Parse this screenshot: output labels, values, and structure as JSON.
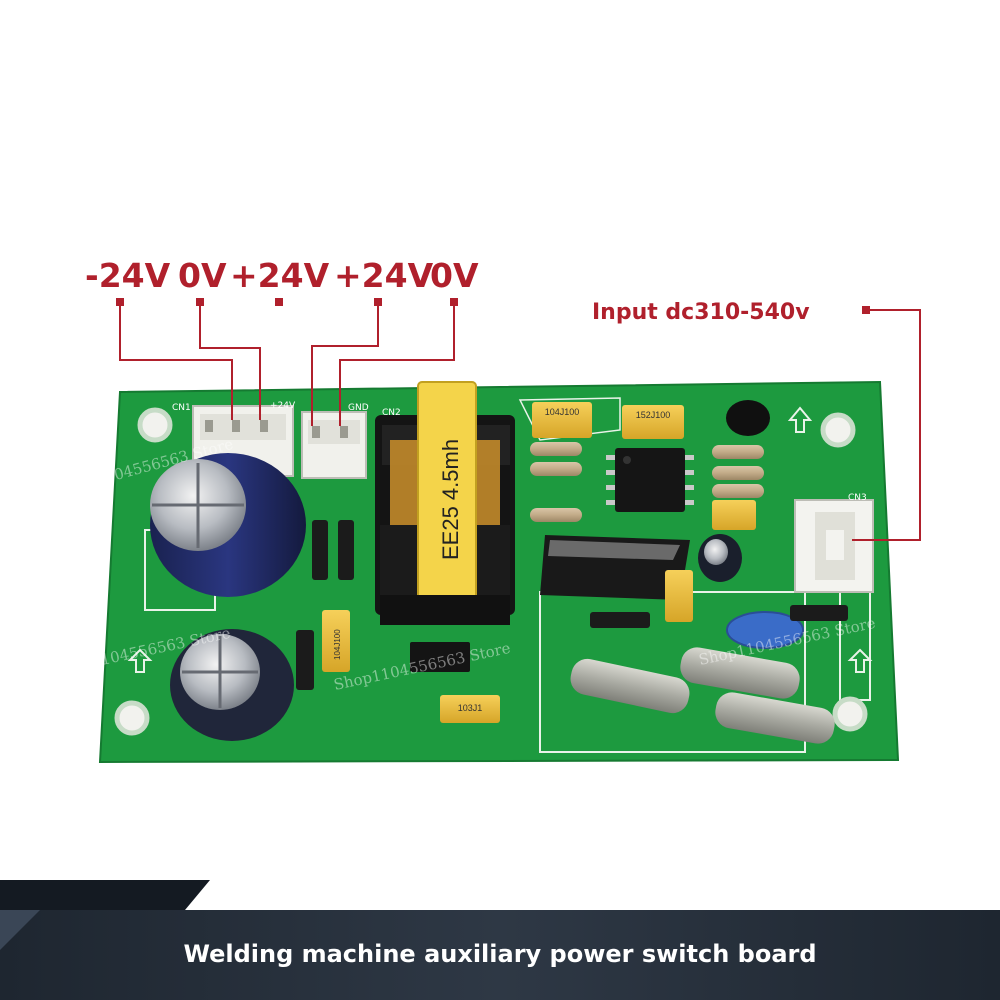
{
  "labels": {
    "neg24v": "-24V",
    "zero_v_1": "0V",
    "pos24v_1": "+24V",
    "pos24v_2": "+24V",
    "zero_v_2": "0V",
    "input": "Input dc310-540v"
  },
  "board_text": {
    "transformer": "EE25  4.5mh",
    "cap_104j100": "104J100",
    "cap_152j100": "152J100",
    "cap_104j100_b": "104J100",
    "cap_103j1": "103J1",
    "cn1": "CN1",
    "cn2": "CN2",
    "cn3": "CN3",
    "gnd": "GND",
    "plus24": "+24V"
  },
  "watermark": "Shop1104556563 Store",
  "banner": {
    "title": "Welding machine auxiliary power switch board"
  },
  "colors": {
    "label_red": "#b0202c",
    "pcb_green": "#1f9a3e",
    "banner_dark": "#2c3440"
  }
}
